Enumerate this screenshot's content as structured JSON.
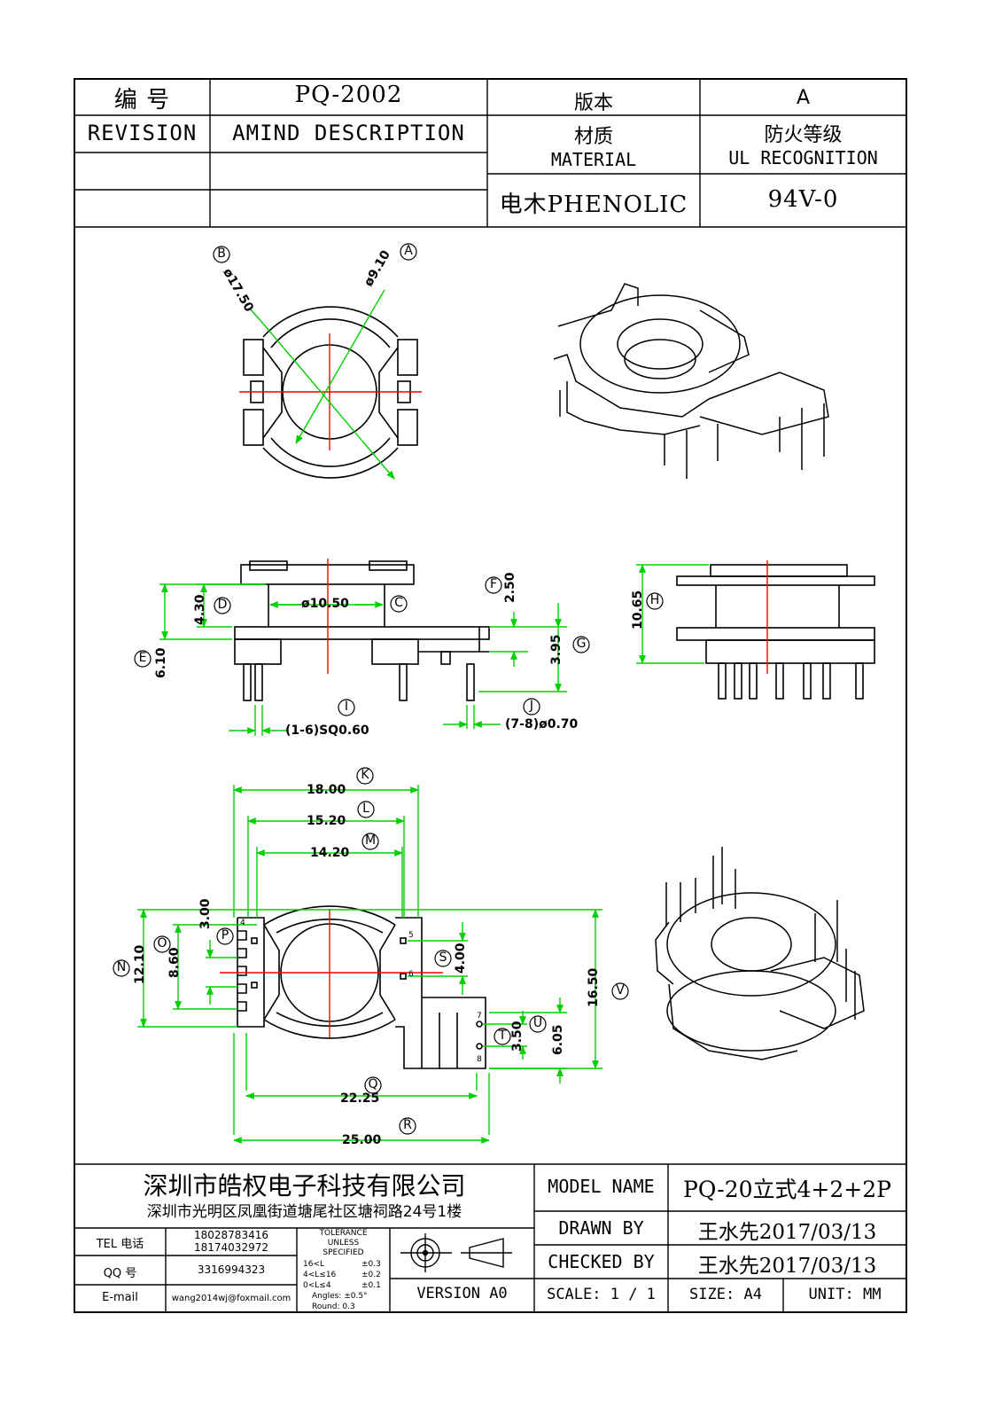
{
  "header": {
    "number_label": "编  号",
    "part_number": "PQ-2002",
    "version_label": "版本",
    "version_value": "A",
    "revision_label": "REVISION",
    "amind_label": "AMIND DESCRIPTION",
    "material_cn": "材质",
    "material_en": "MATERIAL",
    "fire_cn": "防火等级",
    "fire_en": "UL RECOGNITION",
    "material_value": "电木PHENOLIC",
    "fire_value": "94V-0"
  },
  "callouts": [
    "A",
    "B",
    "C",
    "D",
    "E",
    "F",
    "G",
    "H",
    "I",
    "J",
    "K",
    "L",
    "M",
    "N",
    "O",
    "P",
    "Q",
    "R",
    "S",
    "T",
    "U",
    "V"
  ],
  "dimensions": {
    "a": "ø9.10",
    "b": "ø17.50",
    "c_d": "ø10.50",
    "d": "4.30",
    "e": "6.10",
    "f": "2.50",
    "g": "3.95",
    "h": "10.65",
    "i": "(1-6)SQ0.60",
    "j": "(7-8)ø0.70",
    "k": "18.00",
    "l": "15.20",
    "m": "14.20",
    "n": "12.10",
    "o": "8.60",
    "p": "3.00",
    "q": "22.25",
    "r": "25.00",
    "s": "4.00",
    "t": "3.50",
    "u": "6.05",
    "v": "16.50"
  },
  "pin_numbers": [
    "4",
    "5",
    "6",
    "7",
    "8"
  ],
  "footer": {
    "company": "深圳市皓权电子科技有限公司",
    "address": "深圳市光明区凤凰街道塘尾社区塘祠路24号1楼",
    "tel_label": "TEL 电话",
    "tel_1": "18028783416",
    "tel_2": "18174032972",
    "qq_label": "QQ  号",
    "qq_value": "3316994323",
    "email_label": "E-mail",
    "email_value": "wang2014wj@foxmail.com",
    "tolerance_title_1": "TOLERANCE",
    "tolerance_title_2": "UNLESS",
    "tolerance_title_3": "SPECIFIED",
    "tol_rows": [
      {
        "range": "16<L",
        "value": "±0.3"
      },
      {
        "range": "4<L≤16",
        "value": "±0.2"
      },
      {
        "range": "0<L≤4",
        "value": "±0.1"
      }
    ],
    "angles": "Angles: ±0.5°",
    "round": "Round: 0.3",
    "version": "VERSION A0",
    "model_label": "MODEL NAME",
    "model_value": "PQ-20立式4+2+2P",
    "drawn_label": "DRAWN BY",
    "drawn_value": "王水先2017/03/13",
    "checked_label": "CHECKED BY",
    "checked_value": "王水先2017/03/13",
    "scale": "SCALE: 1 / 1",
    "size": "SIZE: A4",
    "unit": "UNIT: MM"
  },
  "colors": {
    "dimension": "#00d000",
    "centerline": "#ff0000",
    "outline": "#000000"
  }
}
